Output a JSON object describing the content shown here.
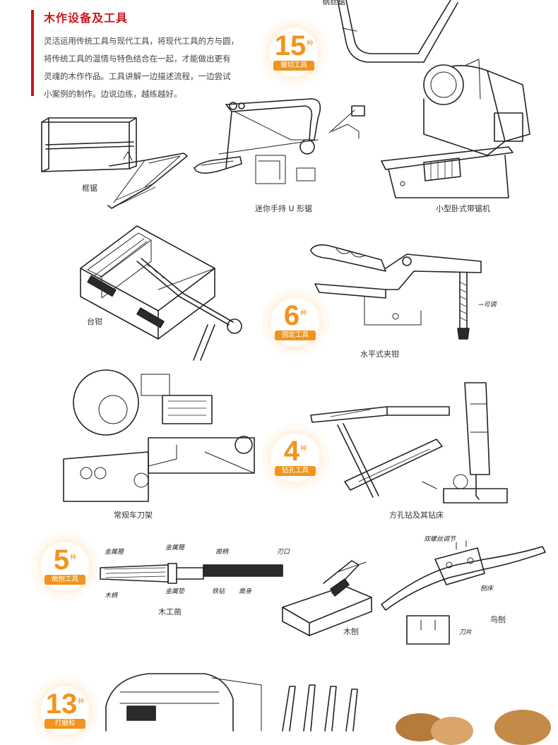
{
  "section": {
    "title": "木作设备及工具",
    "intro_lines": [
      "灵活运用传统工具与现代工具，将现代工具的方与圆，",
      "将传统工具的温情与特色结合在一起，才能做出更有",
      "灵魂的木作作品。工具讲解一边描述流程，一边尝试",
      "小案例的制作。边说边练，越练越好。"
    ]
  },
  "badges": [
    {
      "number": "15",
      "unit": "种",
      "label": "锯切工具"
    },
    {
      "number": "6",
      "unit": "种",
      "label": "固定工具"
    },
    {
      "number": "4",
      "unit": "种",
      "label": "钻孔工具"
    },
    {
      "number": "5",
      "unit": "种",
      "label": "凿刨工具"
    },
    {
      "number": "13",
      "unit": "种",
      "label": "打磨和"
    }
  ],
  "captions": {
    "top_cut": "钢丝锯",
    "frame_saw": "框锯",
    "mini_u_saw": "迷你手持 U 形锯",
    "band_saw": "小型卧式带锯机",
    "vise": "台钳",
    "toggle_clamp": "水平式夹钳",
    "lathe": "常规车刀架",
    "mortise": "方孔钻及其钻床",
    "chisel": "木工凿",
    "wood_plane": "木刨",
    "spokeshave": "鸟刨"
  },
  "sketch_notes": {
    "chisel_notes": [
      "金属箍",
      "金属箍",
      "凿柄",
      "凿身",
      "刃口",
      "木柄",
      "金属垫",
      "铁钻"
    ],
    "spokeshave_notes": [
      "双螺丝调节",
      "刨床",
      "刀片"
    ],
    "clamp_note": "→可调"
  }
}
